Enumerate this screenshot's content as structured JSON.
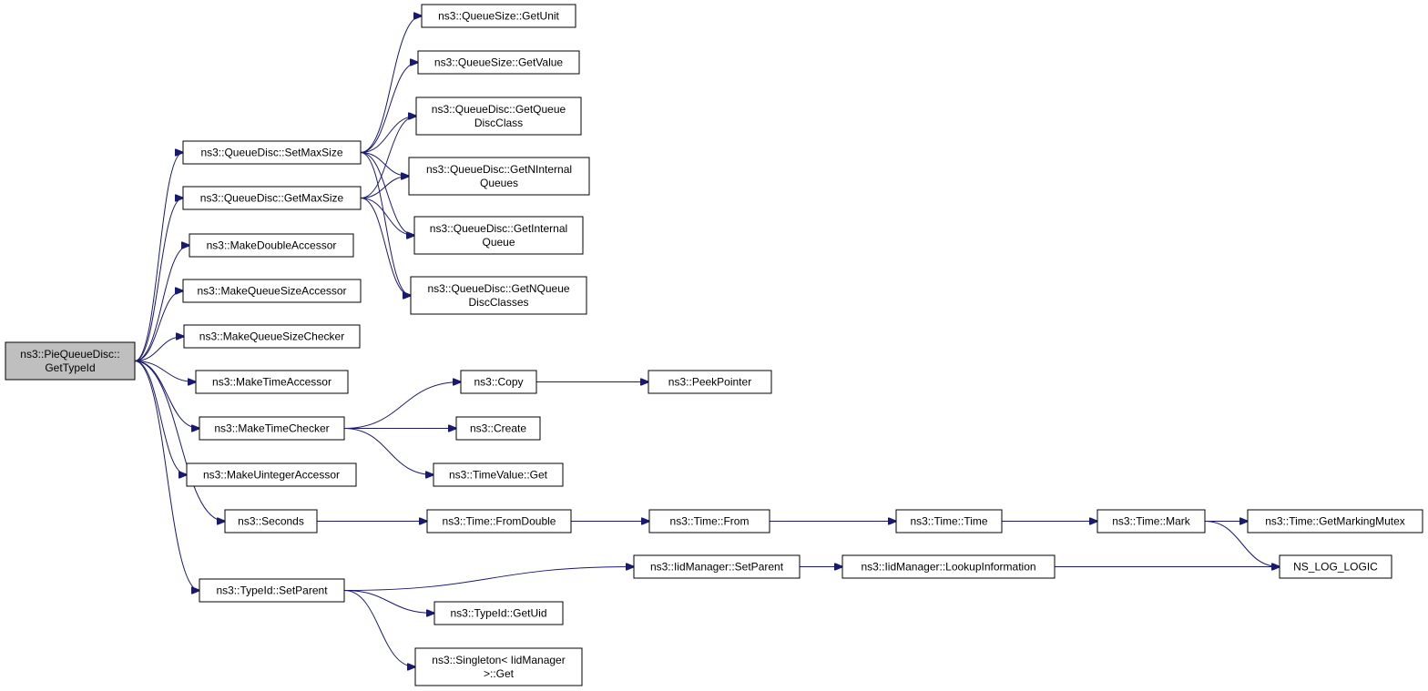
{
  "nodes": {
    "root": [
      "ns3::PieQueueDisc::",
      "GetTypeId"
    ],
    "setmaxsize": [
      "ns3::QueueDisc::SetMaxSize"
    ],
    "getmaxsize": [
      "ns3::QueueDisc::GetMaxSize"
    ],
    "makedoubleaccessor": [
      "ns3::MakeDoubleAccessor"
    ],
    "makequeuesizeaccessor": [
      "ns3::MakeQueueSizeAccessor"
    ],
    "makequeuesizechecker": [
      "ns3::MakeQueueSizeChecker"
    ],
    "maketimeaccessor": [
      "ns3::MakeTimeAccessor"
    ],
    "maketimechecker": [
      "ns3::MakeTimeChecker"
    ],
    "makeuintegeraccessor": [
      "ns3::MakeUintegerAccessor"
    ],
    "seconds": [
      "ns3::Seconds"
    ],
    "setparent": [
      "ns3::TypeId::SetParent"
    ],
    "getunit": [
      "ns3::QueueSize::GetUnit"
    ],
    "getvalue": [
      "ns3::QueueSize::GetValue"
    ],
    "getqueuedisclass": [
      "ns3::QueueDisc::GetQueue",
      "DiscClass"
    ],
    "getninternalqueues": [
      "ns3::QueueDisc::GetNInternal",
      "Queues"
    ],
    "getinternalqueue": [
      "ns3::QueueDisc::GetInternal",
      "Queue"
    ],
    "getnqueuedisclasses": [
      "ns3::QueueDisc::GetNQueue",
      "DiscClasses"
    ],
    "copy": [
      "ns3::Copy"
    ],
    "peekpointer": [
      "ns3::PeekPointer"
    ],
    "create": [
      "ns3::Create"
    ],
    "timevalueget": [
      "ns3::TimeValue::Get"
    ],
    "fromdouble": [
      "ns3::Time::FromDouble"
    ],
    "timefrom": [
      "ns3::Time::From"
    ],
    "timetime": [
      "ns3::Time::Time"
    ],
    "timemark": [
      "ns3::Time::Mark"
    ],
    "getmarkingmutex": [
      "ns3::Time::GetMarkingMutex"
    ],
    "nslog": [
      "NS_LOG_LOGIC"
    ],
    "iidsetparent": [
      "ns3::IidManager::SetParent"
    ],
    "lookupinformation": [
      "ns3::IidManager::LookupInformation"
    ],
    "getuid": [
      "ns3::TypeId::GetUid"
    ],
    "singletonget": [
      "ns3::Singleton< IidManager",
      ">::Get"
    ]
  },
  "edges": [
    [
      "root",
      "setmaxsize"
    ],
    [
      "root",
      "getmaxsize"
    ],
    [
      "root",
      "makedoubleaccessor"
    ],
    [
      "root",
      "makequeuesizeaccessor"
    ],
    [
      "root",
      "makequeuesizechecker"
    ],
    [
      "root",
      "maketimeaccessor"
    ],
    [
      "root",
      "maketimechecker"
    ],
    [
      "root",
      "makeuintegeraccessor"
    ],
    [
      "root",
      "seconds"
    ],
    [
      "root",
      "setparent"
    ],
    [
      "setmaxsize",
      "getunit"
    ],
    [
      "setmaxsize",
      "getvalue"
    ],
    [
      "setmaxsize",
      "getqueuedisclass"
    ],
    [
      "setmaxsize",
      "getninternalqueues"
    ],
    [
      "setmaxsize",
      "getinternalqueue"
    ],
    [
      "setmaxsize",
      "getnqueuedisclasses"
    ],
    [
      "getmaxsize",
      "getqueuedisclass"
    ],
    [
      "getmaxsize",
      "getninternalqueues"
    ],
    [
      "getmaxsize",
      "getinternalqueue"
    ],
    [
      "getmaxsize",
      "getnqueuedisclasses"
    ],
    [
      "maketimechecker",
      "copy"
    ],
    [
      "maketimechecker",
      "create"
    ],
    [
      "maketimechecker",
      "timevalueget"
    ],
    [
      "copy",
      "peekpointer"
    ],
    [
      "seconds",
      "fromdouble"
    ],
    [
      "fromdouble",
      "timefrom"
    ],
    [
      "timefrom",
      "timetime"
    ],
    [
      "timetime",
      "timemark"
    ],
    [
      "timemark",
      "getmarkingmutex"
    ],
    [
      "timemark",
      "nslog"
    ],
    [
      "setparent",
      "iidsetparent"
    ],
    [
      "setparent",
      "getuid"
    ],
    [
      "setparent",
      "singletonget"
    ],
    [
      "iidsetparent",
      "lookupinformation"
    ],
    [
      "lookupinformation",
      "nslog"
    ]
  ]
}
